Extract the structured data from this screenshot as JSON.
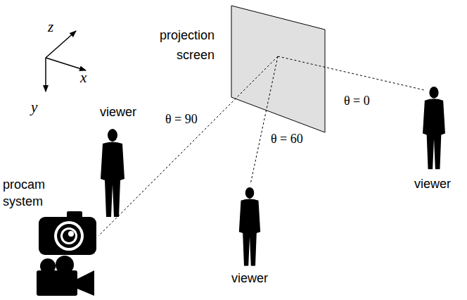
{
  "diagram": {
    "labels": [
      "z",
      "x",
      "y",
      "projection screen",
      "viewer",
      "θ = 90",
      "θ = 60",
      "θ = 0",
      "viewer",
      "procam system",
      "viewer"
    ]
  }
}
